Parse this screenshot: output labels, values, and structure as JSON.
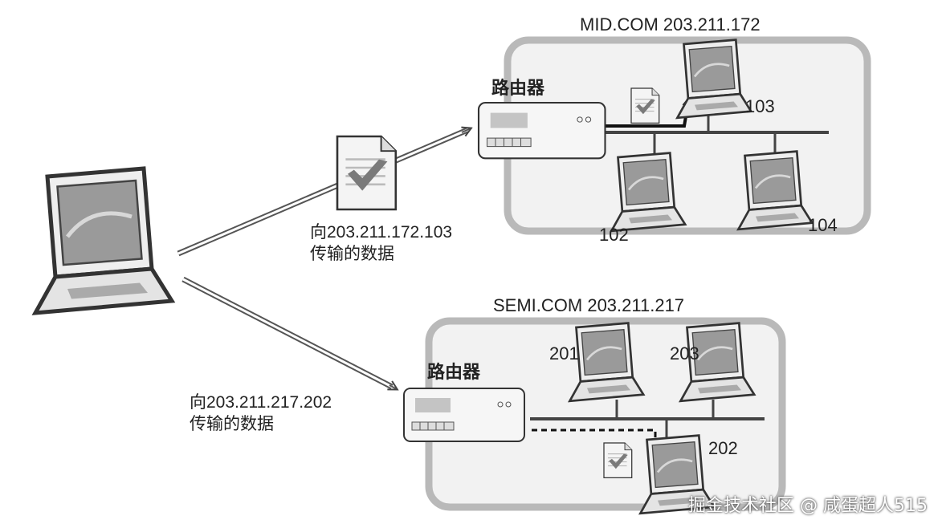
{
  "networks": {
    "mid": {
      "title": "MID.COM 203.211.172",
      "router_label": "路由器",
      "hosts": [
        "103",
        "102",
        "104"
      ]
    },
    "semi": {
      "title": "SEMI.COM 203.211.217",
      "router_label": "路由器",
      "hosts": [
        "201",
        "203",
        "202"
      ]
    }
  },
  "packets": {
    "to_mid": {
      "line1": "向203.211.172.103",
      "line2": "传输的数据"
    },
    "to_semi": {
      "line1": "向203.211.217.202",
      "line2": "传输的数据"
    }
  },
  "watermark": "掘金技术社区 @ 咸蛋超人515"
}
